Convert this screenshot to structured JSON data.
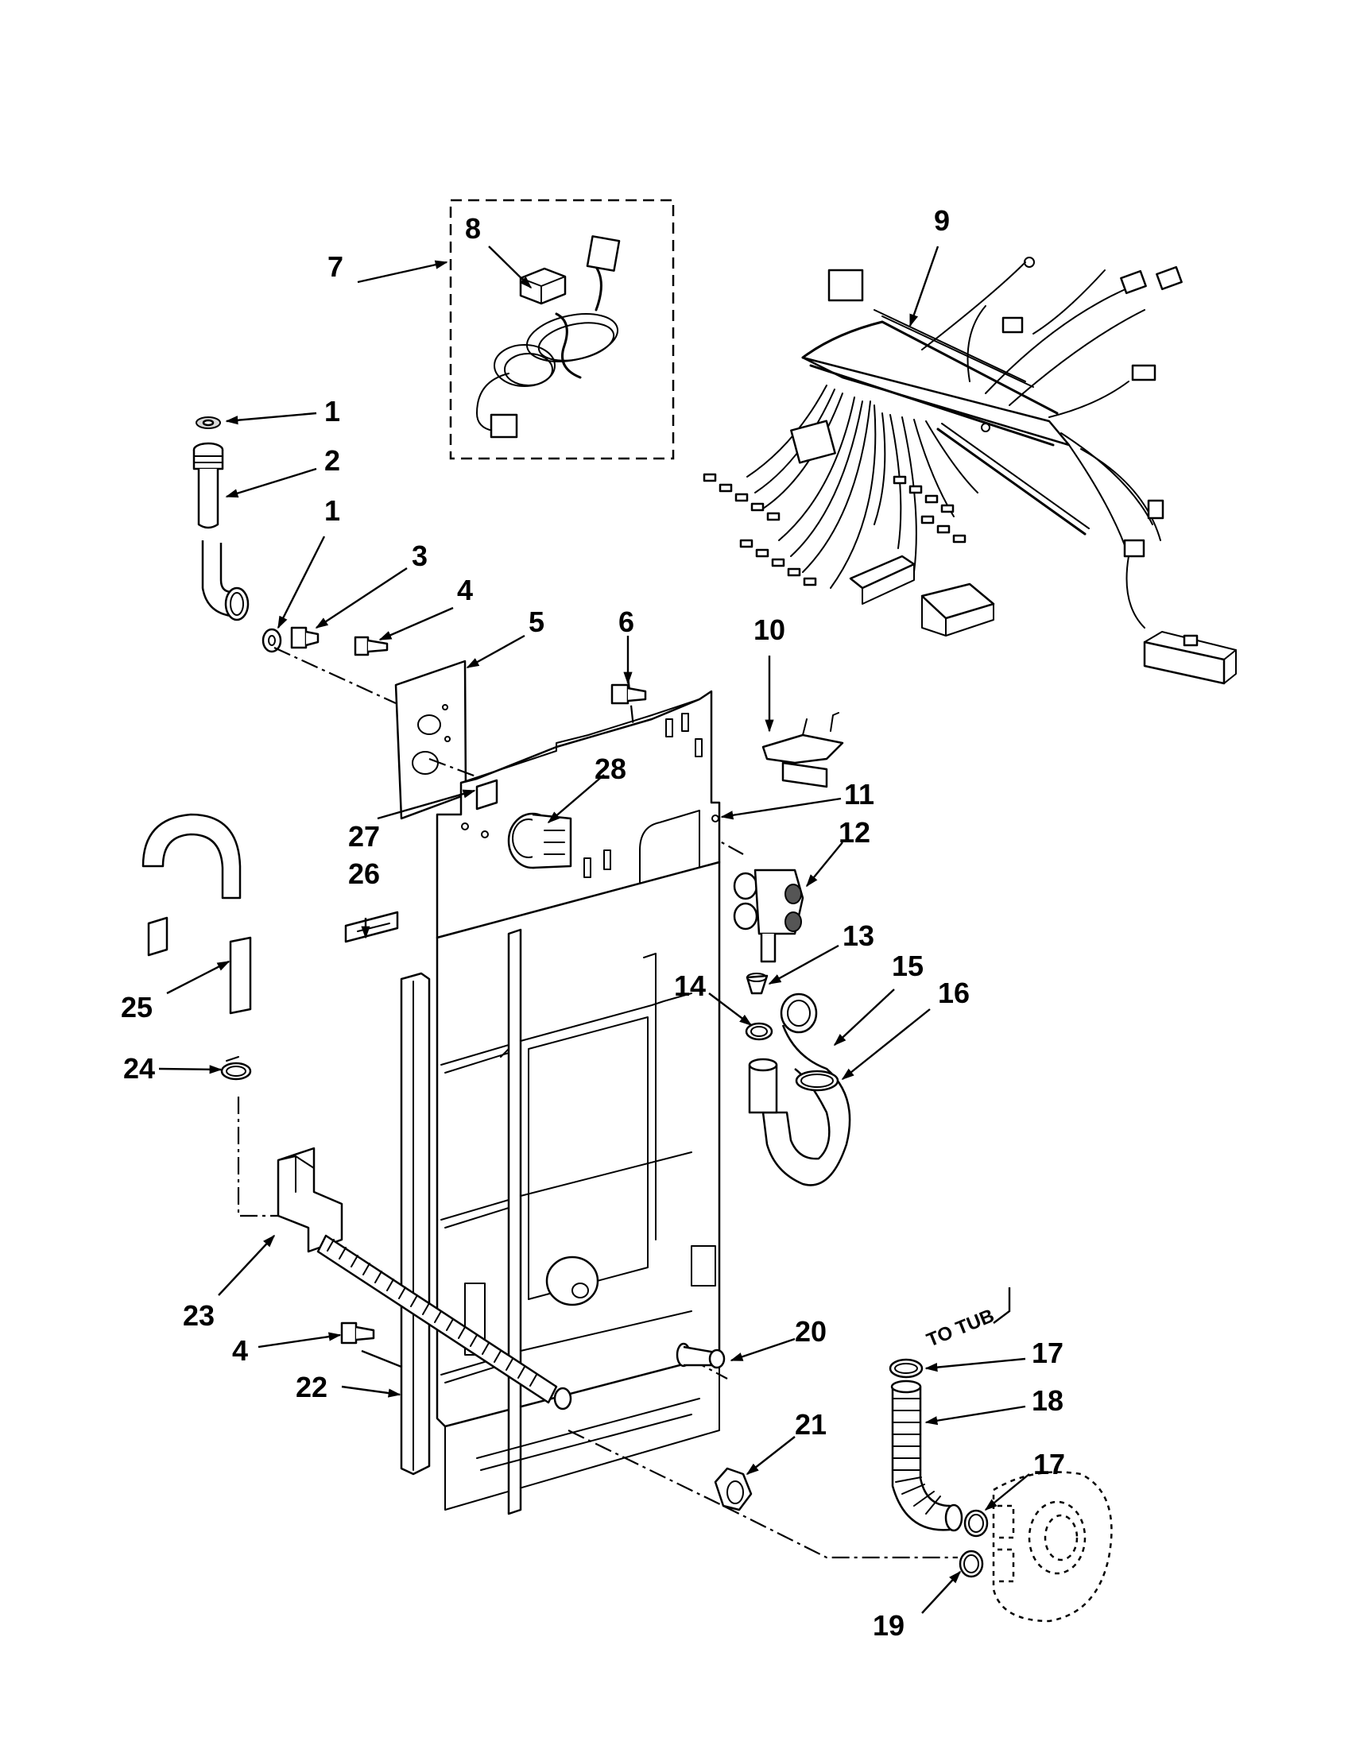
{
  "callouts": [
    {
      "id": "c1a",
      "label": "1"
    },
    {
      "id": "c2",
      "label": "2"
    },
    {
      "id": "c1b",
      "label": "1"
    },
    {
      "id": "c3",
      "label": "3"
    },
    {
      "id": "c4a",
      "label": "4"
    },
    {
      "id": "c5",
      "label": "5"
    },
    {
      "id": "c6",
      "label": "6"
    },
    {
      "id": "c7",
      "label": "7"
    },
    {
      "id": "c8",
      "label": "8"
    },
    {
      "id": "c9",
      "label": "9"
    },
    {
      "id": "c10",
      "label": "10"
    },
    {
      "id": "c11",
      "label": "11"
    },
    {
      "id": "c12",
      "label": "12"
    },
    {
      "id": "c13",
      "label": "13"
    },
    {
      "id": "c14",
      "label": "14"
    },
    {
      "id": "c15",
      "label": "15"
    },
    {
      "id": "c16",
      "label": "16"
    },
    {
      "id": "c17a",
      "label": "17"
    },
    {
      "id": "c18",
      "label": "18"
    },
    {
      "id": "c17b",
      "label": "17"
    },
    {
      "id": "c19",
      "label": "19"
    },
    {
      "id": "c20",
      "label": "20"
    },
    {
      "id": "c21",
      "label": "21"
    },
    {
      "id": "c22",
      "label": "22"
    },
    {
      "id": "c4b",
      "label": "4"
    },
    {
      "id": "c23",
      "label": "23"
    },
    {
      "id": "c24",
      "label": "24"
    },
    {
      "id": "c25",
      "label": "25"
    },
    {
      "id": "c26",
      "label": "26"
    },
    {
      "id": "c27",
      "label": "27"
    },
    {
      "id": "c28",
      "label": "28"
    }
  ],
  "annotations": {
    "to_tub": "TO TUB"
  }
}
